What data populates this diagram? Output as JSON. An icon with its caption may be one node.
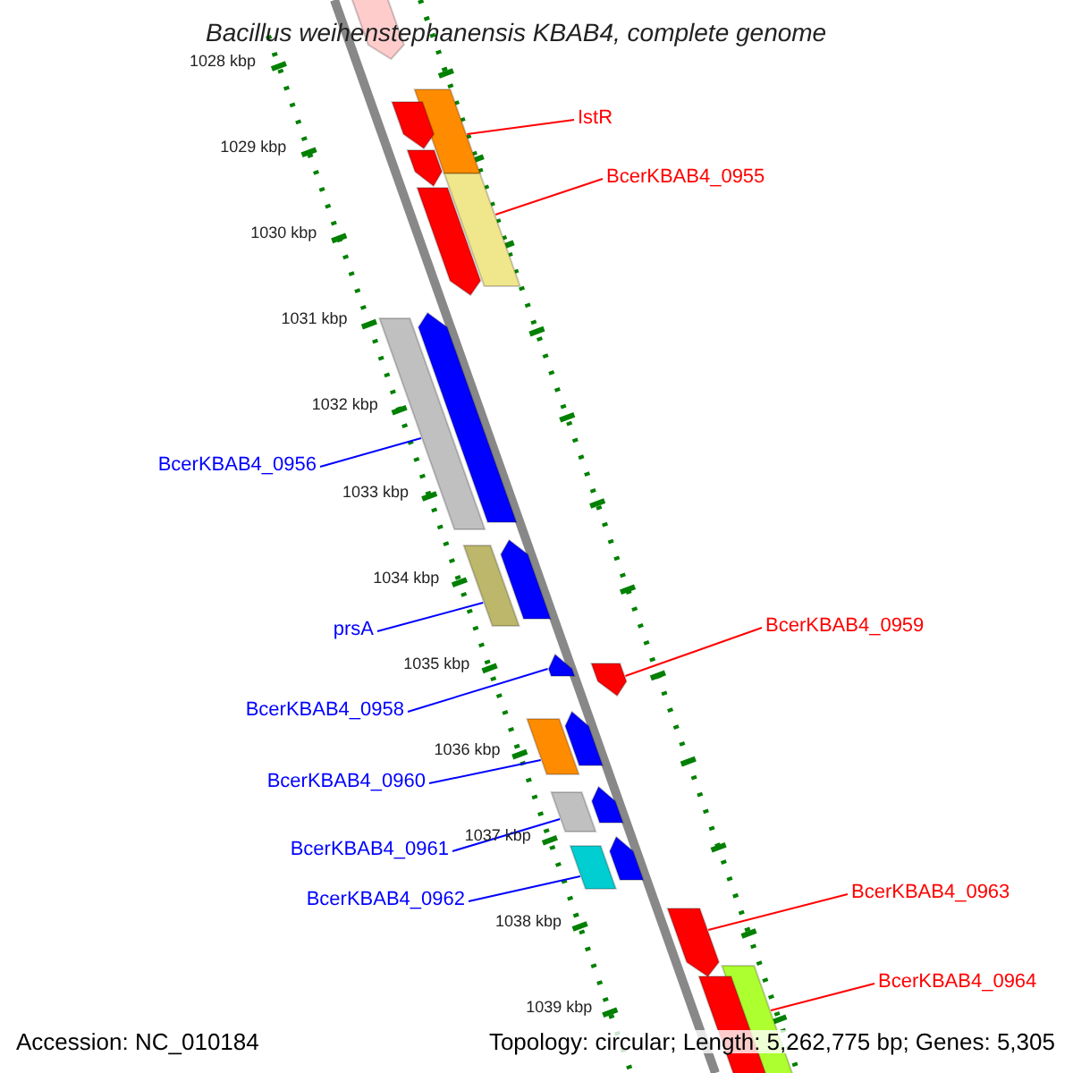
{
  "diagram": {
    "title": "Bacillus weihenstephanensis KBAB4, complete genome",
    "nodes": [
      {
        "text": [
          "IstR"
        ]
      },
      {
        "text": [
          "BcerKBAB4_0955"
        ]
      },
      {
        "text": [
          "BcerKBAB4_0956"
        ]
      },
      {
        "text": [
          "prsA"
        ]
      },
      {
        "text": [
          "BcerKBAB4_0959"
        ]
      },
      {
        "text": [
          "BcerKBAB4_0958"
        ]
      },
      {
        "text": [
          "BcerKBAB4_0960"
        ]
      },
      {
        "text": [
          "BcerKBAB4_0961"
        ]
      },
      {
        "text": [
          "BcerKBAB4_0962"
        ]
      },
      {
        "text": [
          "BcerKBAB4_0963"
        ]
      },
      {
        "text": [
          "BcerKBAB4_0964"
        ]
      },
      {
        "text": [],
        "shape": "bar"
      },
      {
        "text": [],
        "shape": "bar"
      },
      {
        "text": [],
        "shape": "bar"
      },
      {
        "text": [],
        "shape": "bar"
      },
      {
        "text": [],
        "shape": "bar"
      },
      {
        "text": [],
        "shape": "bar"
      },
      {
        "text": [],
        "shape": "bar"
      },
      {
        "text": [],
        "shape": "bar"
      },
      {
        "text": [],
        "shape": "bar"
      },
      {
        "text": [],
        "shape": "bar"
      },
      {
        "text": [],
        "shape": "bar"
      },
      {
        "text": [],
        "shape": "bar"
      },
      {
        "text": [],
        "shape": "bar"
      },
      {
        "text": [],
        "shape": "bar"
      },
      {
        "text": [],
        "shape": "bar"
      },
      {
        "text": [],
        "shape": "bar"
      },
      {
        "text": [],
        "shape": "bar"
      },
      {
        "text": [],
        "shape": "bar"
      },
      {
        "text": [],
        "shape": "bar"
      },
      {
        "text": [],
        "shape": "bar"
      },
      {
        "text": [],
        "shape": "bar"
      }
    ],
    "edges": [
      {
        "from": 0,
        "to": 11,
        "arrow": "none",
        "color": "#ff0000"
      },
      {
        "from": 1,
        "to": 12,
        "arrow": "none",
        "color": "#ff0000"
      },
      {
        "from": 2,
        "to": 13,
        "arrow": "none"
      },
      {
        "from": 3,
        "to": 14,
        "arrow": "none"
      },
      {
        "from": 4,
        "to": 16,
        "arrow": "none",
        "color": "#ff0000"
      },
      {
        "from": 5,
        "to": 15,
        "arrow": "none"
      },
      {
        "from": 6,
        "to": 17,
        "arrow": "none"
      },
      {
        "from": 7,
        "to": 18,
        "arrow": "none"
      },
      {
        "from": 8,
        "to": 19,
        "arrow": "none"
      },
      {
        "from": 9,
        "to": 20,
        "arrow": "none",
        "color": "#ff0000"
      },
      {
        "from": 10,
        "to": 21,
        "arrow": "none",
        "color": "#ff0000"
      }
    ],
    "labels": [
      "1028 kbp",
      "1029 kbp",
      "1030 kbp",
      "1031 kbp",
      "1032 kbp",
      "1033 kbp",
      "1034 kbp",
      "1035 kbp",
      "1036 kbp",
      "1037 kbp",
      "1038 kbp",
      "1039 kbp",
      "Accession: NC_010184",
      "Topology: circular; Length: 5,262,775 bp; Genes: 5,305"
    ]
  }
}
